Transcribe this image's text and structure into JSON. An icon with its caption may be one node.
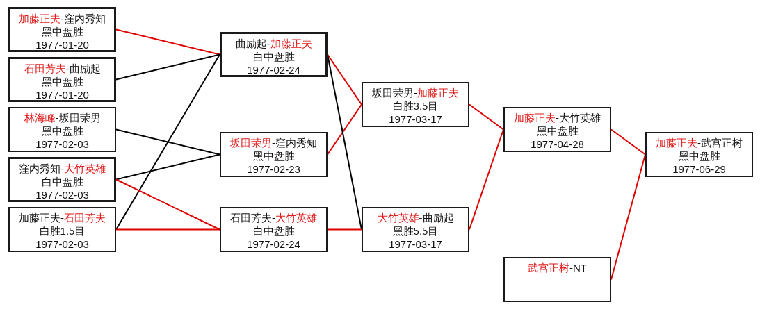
{
  "diagram": {
    "nodes": [
      {
        "text": [
          "加藤正夫-窪内秀知",
          "黑中盘胜",
          "1977-01-20"
        ]
      },
      {
        "text": [
          "石田芳夫-曲励起",
          "黑中盘胜",
          "1977-01-20"
        ]
      },
      {
        "text": [
          "林海峰-坂田荣男",
          "黑中盘胜",
          "1977-02-03"
        ]
      },
      {
        "text": [
          "窪内秀知-大竹英雄",
          "白中盘胜",
          "1977-02-03"
        ]
      },
      {
        "text": [
          "加藤正夫-石田芳夫",
          "白胜1.5目",
          "1977-02-03"
        ]
      },
      {
        "text": [
          "曲励起-加藤正夫",
          "白中盘胜",
          "1977-02-24"
        ]
      },
      {
        "text": [
          "坂田荣男-窪内秀知",
          "黑中盘胜",
          "1977-02-23"
        ]
      },
      {
        "text": [
          "石田芳夫-大竹英雄",
          "白中盘胜",
          "1977-02-24"
        ]
      },
      {
        "text": [
          "坂田荣男-加藤正夫",
          "白胜3.5目",
          "1977-03-17"
        ]
      },
      {
        "text": [
          "大竹英雄-曲励起",
          "黑胜5.5目",
          "1977-03-17"
        ]
      },
      {
        "text": [
          "加藤正夫-大竹英雄",
          "黑中盘胜",
          "1977-04-28"
        ]
      },
      {
        "text": [
          "武宫正树-NT"
        ]
      },
      {
        "text": [
          "加藤正夫-武宫正树",
          "黑中盘胜",
          "1977-06-29"
        ]
      }
    ],
    "edges": [
      {
        "from": 0,
        "to": 5,
        "arrow": "none"
      },
      {
        "from": 1,
        "to": 5,
        "arrow": "none",
        "color": "#000000"
      },
      {
        "from": 4,
        "to": 5,
        "arrow": "none",
        "color": "#000000"
      },
      {
        "from": 2,
        "to": 6,
        "arrow": "none",
        "color": "#000000"
      },
      {
        "from": 3,
        "to": 6,
        "arrow": "none",
        "color": "#000000"
      },
      {
        "from": 3,
        "to": 7,
        "arrow": "none"
      },
      {
        "from": 4,
        "to": 7,
        "arrow": "none"
      },
      {
        "from": 5,
        "to": 8,
        "arrow": "none"
      },
      {
        "from": 6,
        "to": 8,
        "arrow": "none"
      },
      {
        "from": 5,
        "to": 9,
        "arrow": "none",
        "color": "#000000"
      },
      {
        "from": 7,
        "to": 9,
        "arrow": "none"
      },
      {
        "from": 8,
        "to": 10,
        "arrow": "none"
      },
      {
        "from": 9,
        "to": 10,
        "arrow": "none"
      },
      {
        "from": 10,
        "to": 12,
        "arrow": "none"
      },
      {
        "from": 11,
        "to": 12,
        "arrow": "none"
      }
    ]
  }
}
